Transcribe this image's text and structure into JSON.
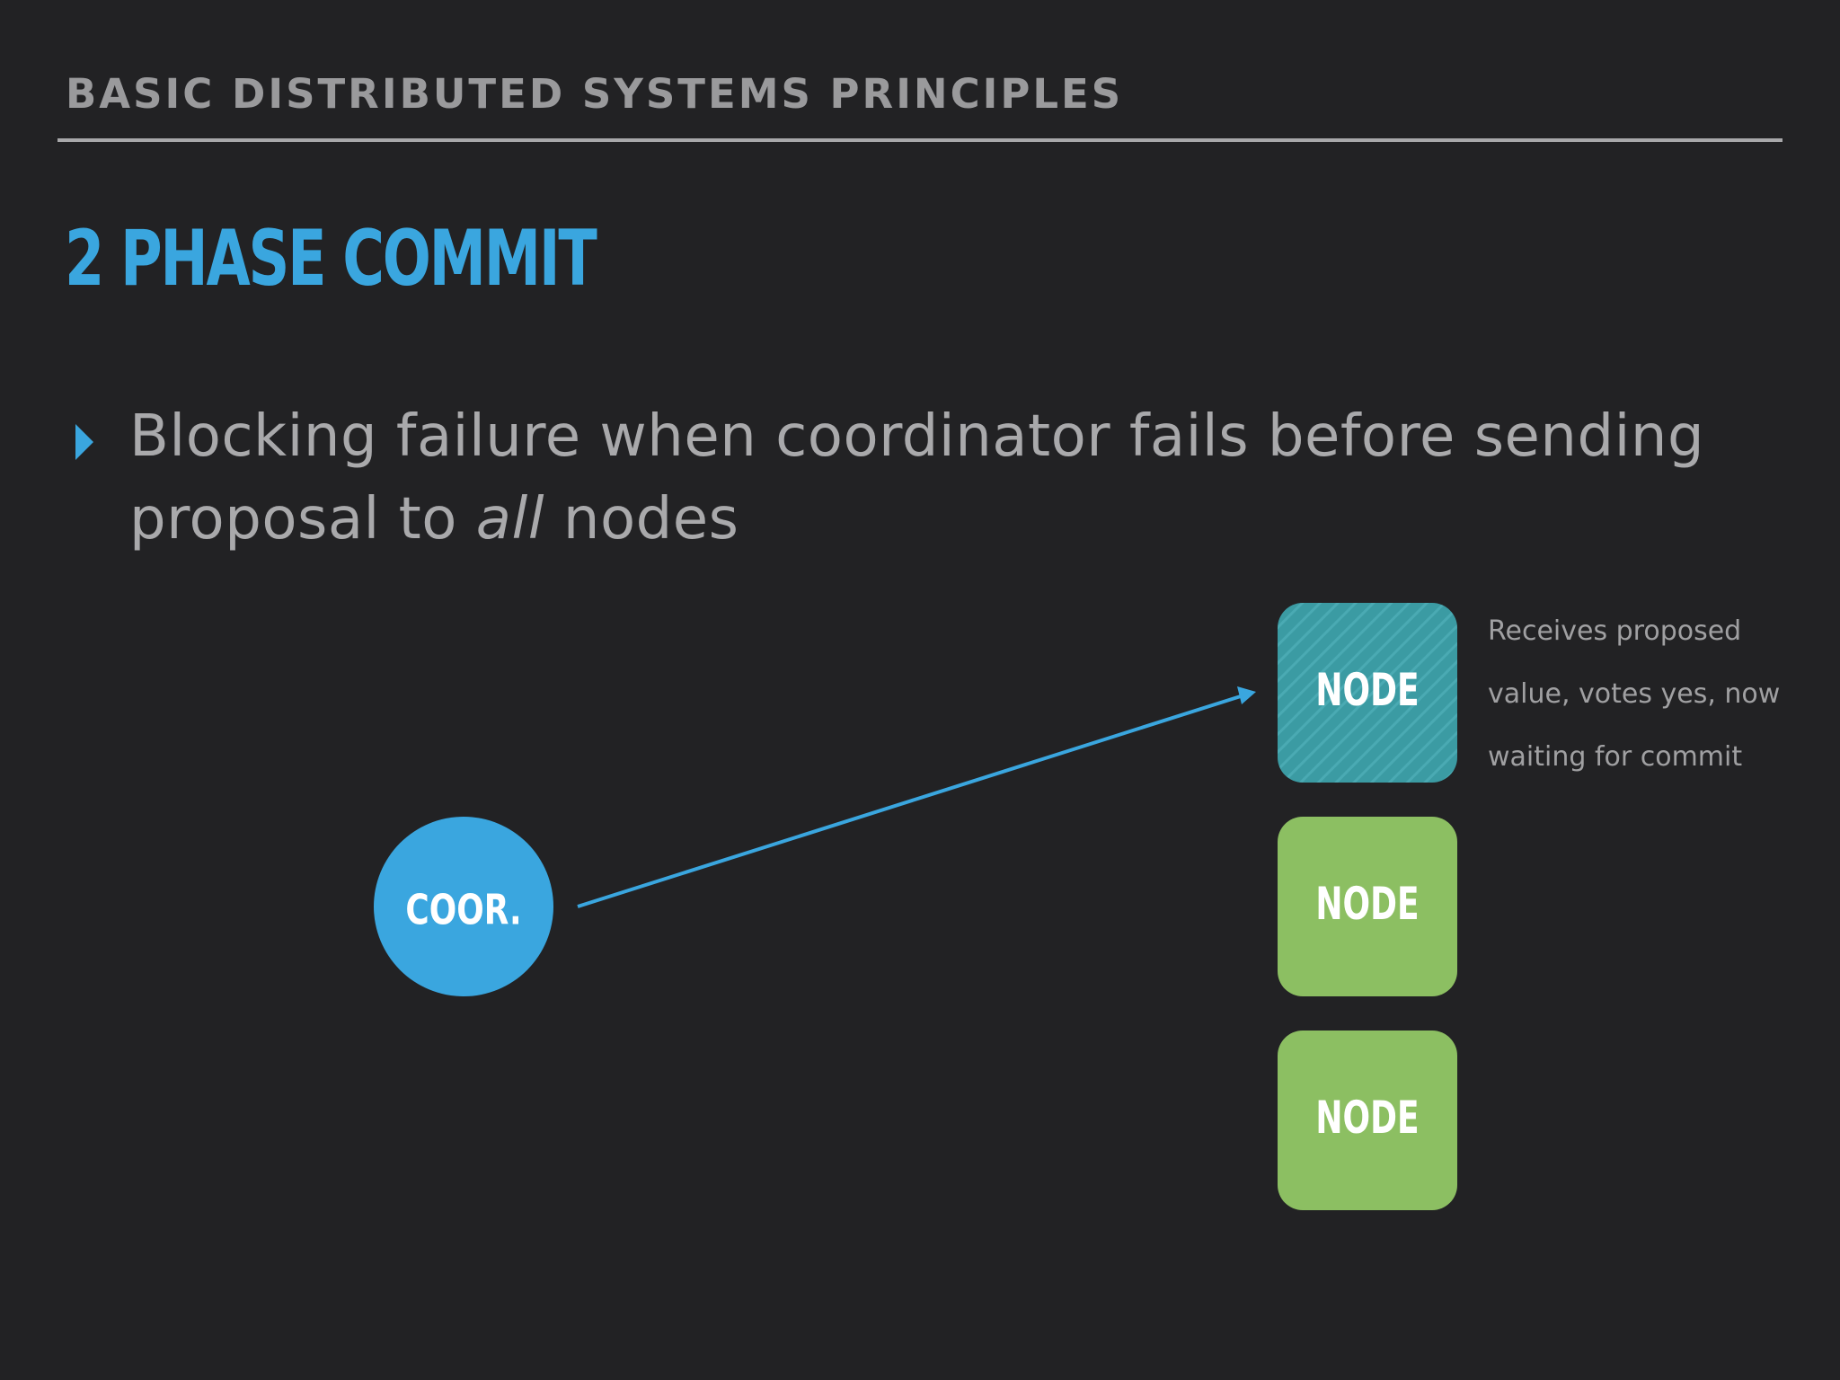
{
  "header": {
    "section_title": "BASIC DISTRIBUTED SYSTEMS PRINCIPLES"
  },
  "slide": {
    "title": "2 PHASE COMMIT",
    "bullet": {
      "text_before": "Blocking failure when coordinator fails before sending proposal to ",
      "emphasis": "all",
      "text_after": " nodes"
    }
  },
  "diagram": {
    "coordinator": {
      "label": "COOR.",
      "color": "#3aa6df"
    },
    "nodes": [
      {
        "label": "NODE",
        "state": "voted-yes-waiting",
        "color": "#3b9ba3"
      },
      {
        "label": "NODE",
        "state": "idle",
        "color": "#8cbf62"
      },
      {
        "label": "NODE",
        "state": "idle",
        "color": "#8cbf62"
      }
    ],
    "arrow_color": "#3aa6df",
    "note": "Receives proposed value, votes yes, now waiting for commit"
  }
}
